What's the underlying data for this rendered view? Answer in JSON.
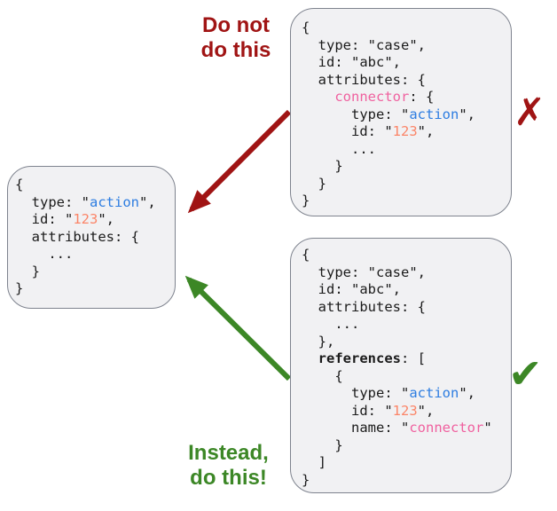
{
  "labels": {
    "do_not_line1": "Do not",
    "do_not_line2": "do this",
    "instead_line1": "Instead,",
    "instead_line2": "do this!"
  },
  "marks": {
    "cross": "✗",
    "check": "✔"
  },
  "colors": {
    "red": "#A01414",
    "green": "#3C8726",
    "blue": "#2D7DE1",
    "orange": "#FB8568",
    "pink": "#F0619F",
    "code_ink": "#1B1B1B",
    "box_bg": "#F1F1F3",
    "box_border": "#7E838E"
  },
  "boxes": {
    "left": {
      "description": "action object",
      "lines": [
        [
          [
            "{",
            "plain"
          ]
        ],
        [
          [
            "  type: \"",
            "plain"
          ],
          [
            "action",
            "blue"
          ],
          [
            "\",",
            "plain"
          ]
        ],
        [
          [
            "  id: \"",
            "plain"
          ],
          [
            "123",
            "orange"
          ],
          [
            "\",",
            "plain"
          ]
        ],
        [
          [
            "  attributes: {",
            "plain"
          ]
        ],
        [
          [
            "    ...",
            "plain"
          ]
        ],
        [
          [
            "  }",
            "plain"
          ]
        ],
        [
          [
            "}",
            "plain"
          ]
        ]
      ]
    },
    "top_right": {
      "description": "case object with nested connector (anti-pattern)",
      "lines": [
        [
          [
            "{",
            "plain"
          ]
        ],
        [
          [
            "  type: \"case\",",
            "plain"
          ]
        ],
        [
          [
            "  id: \"abc\",",
            "plain"
          ]
        ],
        [
          [
            "  attributes: {",
            "plain"
          ]
        ],
        [
          [
            "    ",
            "plain"
          ],
          [
            "connector",
            "pink"
          ],
          [
            ": {",
            "plain"
          ]
        ],
        [
          [
            "      type: \"",
            "plain"
          ],
          [
            "action",
            "blue"
          ],
          [
            "\",",
            "plain"
          ]
        ],
        [
          [
            "      id: \"",
            "plain"
          ],
          [
            "123",
            "orange"
          ],
          [
            "\",",
            "plain"
          ]
        ],
        [
          [
            "      ...",
            "plain"
          ]
        ],
        [
          [
            "    }",
            "plain"
          ]
        ],
        [
          [
            "  }",
            "plain"
          ]
        ],
        [
          [
            "}",
            "plain"
          ]
        ]
      ]
    },
    "bottom_right": {
      "description": "case object with references array (recommended)",
      "lines": [
        [
          [
            "{",
            "plain"
          ]
        ],
        [
          [
            "  type: \"case\",",
            "plain"
          ]
        ],
        [
          [
            "  id: \"abc\",",
            "plain"
          ]
        ],
        [
          [
            "  attributes: {",
            "plain"
          ]
        ],
        [
          [
            "    ...",
            "plain"
          ]
        ],
        [
          [
            "  },",
            "plain"
          ]
        ],
        [
          [
            "  ",
            "plain"
          ],
          [
            "references",
            "bold"
          ],
          [
            ": [",
            "plain"
          ]
        ],
        [
          [
            "    {",
            "plain"
          ]
        ],
        [
          [
            "      type: \"",
            "plain"
          ],
          [
            "action",
            "blue"
          ],
          [
            "\",",
            "plain"
          ]
        ],
        [
          [
            "      id: \"",
            "plain"
          ],
          [
            "123",
            "orange"
          ],
          [
            "\",",
            "plain"
          ]
        ],
        [
          [
            "      name: \"",
            "plain"
          ],
          [
            "connector",
            "pink"
          ],
          [
            "\"",
            "plain"
          ]
        ],
        [
          [
            "    }",
            "plain"
          ]
        ],
        [
          [
            "  ]",
            "plain"
          ]
        ],
        [
          [
            "}",
            "plain"
          ]
        ]
      ]
    }
  }
}
